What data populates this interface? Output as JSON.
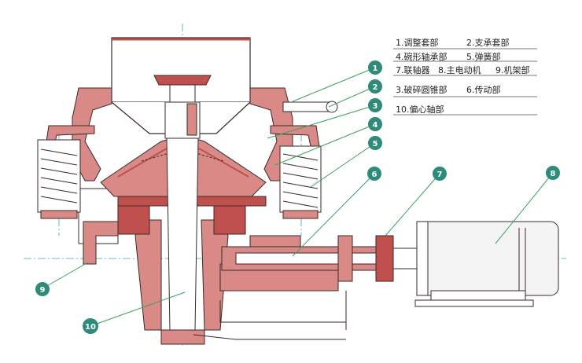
{
  "legend": {
    "rows": [
      [
        "1.调整套部",
        "2.支承套部"
      ],
      [
        "4.碗形轴承部",
        "5.弹簧部"
      ],
      [
        "7.联轴器",
        "8.主电动机",
        "9.机架部"
      ],
      [
        "3.破碎圆锥部",
        "6.传动部"
      ],
      [
        "10.偏心轴部"
      ]
    ]
  },
  "callouts": [
    "1",
    "2",
    "3",
    "4",
    "5",
    "6",
    "7",
    "8",
    "9",
    "10"
  ],
  "colors": {
    "part_fill": "#d98a86",
    "part_dark": "#c0504d",
    "outline": "#3a2a2a",
    "callout_fill": "#2e8b7a",
    "leader": "#3aa060",
    "center_line": "#39a0c8",
    "motor_fill": "#f4f4f4"
  }
}
